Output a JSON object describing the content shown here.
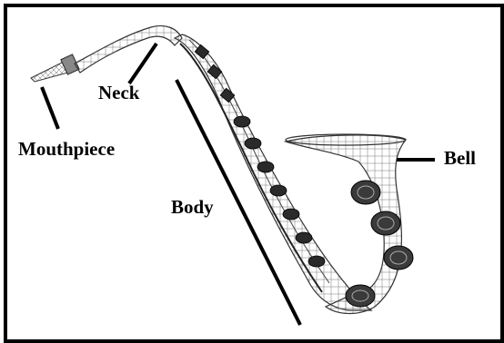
{
  "labels": {
    "mouthpiece": "Mouthpiece",
    "neck": "Neck",
    "body": "Body",
    "bell": "Bell"
  },
  "colors": {
    "line": "#000000",
    "wire": "#555555",
    "key": "#2a2a2a",
    "frame": "#000000"
  }
}
